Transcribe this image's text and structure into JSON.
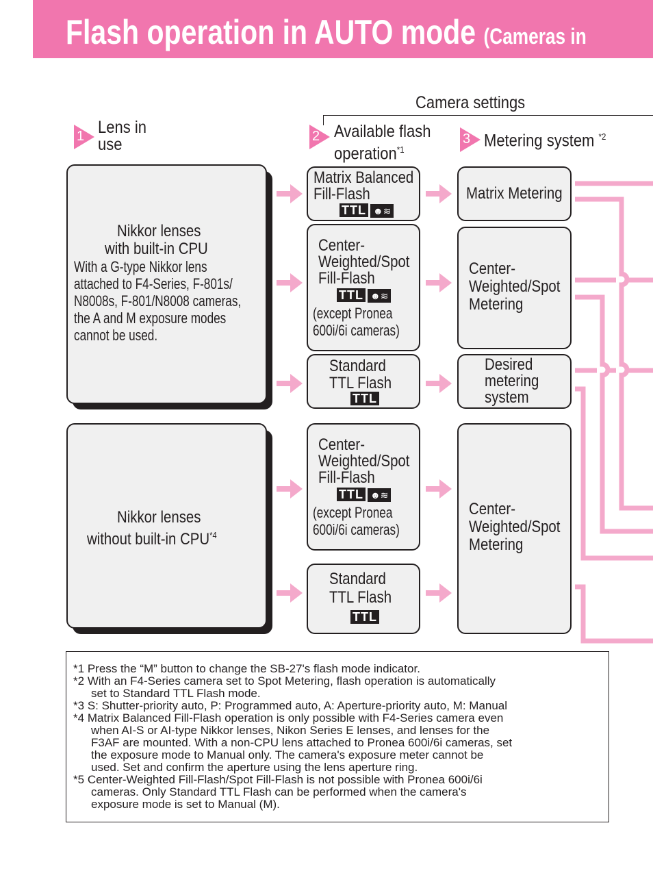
{
  "title": {
    "main": "Flash operation in AUTO mode",
    "sub": "(Cameras in"
  },
  "headers": {
    "camera_settings": "Camera settings",
    "col1": {
      "num": "1",
      "label_1": "Lens in",
      "label_2": "use"
    },
    "col2": {
      "num": "2",
      "label_1": "Available flash",
      "label_2": "operation",
      "sup": "*1"
    },
    "col3": {
      "num": "3",
      "label": "Metering system",
      "sup": "*2"
    }
  },
  "lenses": [
    {
      "title_1": "Nikkor lenses",
      "title_2": "with built-in CPU",
      "desc": [
        "With a G-type Nikkor lens",
        "attached to F4-Series, F-801s/",
        "N8008s, F-801/N8008 cameras,",
        "the A and M exposure modes",
        "cannot be used."
      ]
    },
    {
      "title_1": "Nikkor lenses",
      "title_2": "without built-in CPU",
      "sup": "*4"
    }
  ],
  "flash": [
    {
      "lines": [
        "Matrix Balanced",
        "Fill-Flash"
      ]
    },
    {
      "lines": [
        "Center-",
        "Weighted/Spot",
        "Fill-Flash"
      ],
      "note": [
        "(except Pronea",
        "600i/6i cameras)"
      ]
    },
    {
      "lines": [
        "Standard",
        "TTL Flash"
      ]
    },
    {
      "lines": [
        "Center-",
        "Weighted/Spot",
        "Fill-Flash"
      ],
      "note": [
        "(except Pronea",
        "600i/6i cameras)"
      ]
    },
    {
      "lines": [
        "Standard",
        "TTL Flash"
      ]
    }
  ],
  "icons": {
    "ttl": "TTL",
    "fill": "fill-flash-icon"
  },
  "metering": [
    {
      "lines": [
        "Matrix Metering"
      ]
    },
    {
      "lines": [
        "Center-",
        "Weighted/Spot",
        "Metering"
      ]
    },
    {
      "lines": [
        "Desired",
        "metering",
        "system"
      ]
    },
    {
      "lines": [
        "Center-",
        "Weighted/Spot",
        "Metering"
      ]
    }
  ],
  "notes": [
    {
      "marker": "*1",
      "first": "Press the “M” button to change the SB-27's flash mode indicator.",
      "rest": []
    },
    {
      "marker": "*2",
      "first": "With an F4-Series camera set to Spot Metering, flash operation is automatically",
      "rest": [
        "set to Standard TTL Flash mode."
      ]
    },
    {
      "marker": "*3",
      "first": "S: Shutter-priority auto, P: Programmed auto, A: Aperture-priority auto, M: Manual",
      "rest": []
    },
    {
      "marker": "*4",
      "first": "Matrix Balanced Fill-Flash operation is only possible with F4-Series camera even",
      "rest": [
        "when AI-S or AI-type Nikkor lenses, Nikon Series E lenses, and lenses for the",
        "F3AF are mounted. With a non-CPU lens attached to Pronea 600i/6i cameras, set",
        "the exposure mode to Manual only. The camera's exposure meter cannot be",
        "used. Set and confirm the aperture using the lens aperture ring."
      ]
    },
    {
      "marker": "*5",
      "first": "Center-Weighted Fill-Flash/Spot Fill-Flash is not possible with Pronea 600i/6i",
      "rest": [
        "cameras. Only Standard TTL Flash can be performed when the camera's",
        "exposure mode is set to Manual (M)."
      ]
    }
  ],
  "colors": {
    "pink": "#f176ae",
    "line_pink": "#f4a9cb"
  }
}
